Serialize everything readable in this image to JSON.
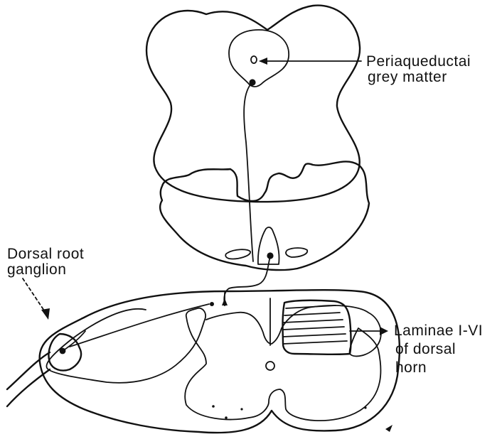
{
  "labels": {
    "pag_line1": "Periaqueductai",
    "pag_line2": "grey matter",
    "drg_line1": "Dorsal root",
    "drg_line2": "ganglion",
    "lam_line1": "Laminae I-VI",
    "lam_line2": "of dorsal",
    "lam_line3": "horn"
  },
  "colors": {
    "ink": "#111111",
    "background": "#ffffff"
  }
}
